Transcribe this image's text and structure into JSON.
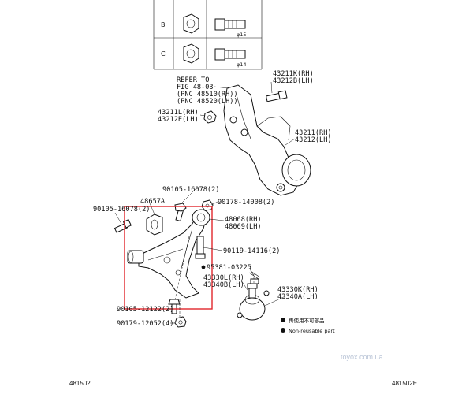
{
  "fastener_table": {
    "rows": [
      {
        "letter": "B",
        "dimension": "φ15"
      },
      {
        "letter": "C",
        "dimension": "φ14"
      }
    ]
  },
  "callouts": {
    "refer": [
      "REFER TO",
      "FIG 48-03",
      "(PNC 48510(RH))",
      "(PNC 48520(LH))"
    ],
    "p43211k": "43211K(RH)",
    "p43212b": "43212B(LH)",
    "p43211l": "43211L(RH)",
    "p43212e": "43212E(LH)",
    "p43211": "43211(RH)",
    "p43212": "43212(LH)",
    "p90105_16078_top": "90105-16078(2)",
    "p48657a": "48657A",
    "p90178": "90178-14008(2)",
    "p90105_16078_left": "90105-16078(2)",
    "p48068": "48068(RH)",
    "p48069": "48069(LH)",
    "p90119": "90119-14116(2)",
    "p95381": "95381-03225",
    "p43330l": "43330L(RH)",
    "p43340b": "43340B(LH)",
    "p43330k": "43330K(RH)",
    "p43340a": "43340A(LH)",
    "p90105_12122": "90105-12122(2)",
    "p90179": "90179-12052(4)"
  },
  "legend": {
    "reuse": "再使用不可部品",
    "nonreusable": "Non-reusable part"
  },
  "watermark": "toyox.com.ua",
  "footer": {
    "left_code": "481502",
    "right_code": "481502E"
  },
  "colors": {
    "highlight_box": "#e0262c",
    "line": "#111111",
    "watermark": "#b9c4d6"
  }
}
